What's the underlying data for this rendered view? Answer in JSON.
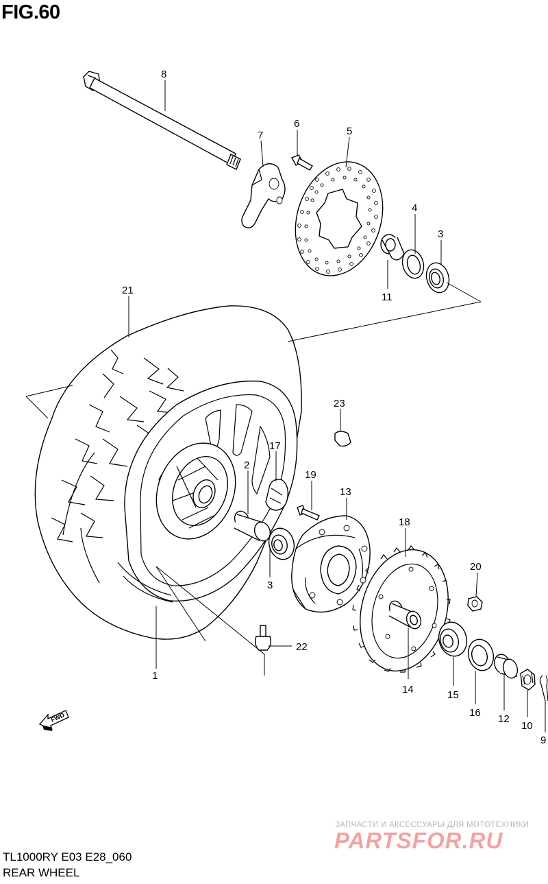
{
  "header": {
    "figure": "FIG.60"
  },
  "footer": {
    "model": "TL1000RY E03 E28_060",
    "caption": "REAR WHEEL"
  },
  "watermark": {
    "tagline": "ЗАПЧАСТИ И АКСЕССУАРЫ ДЛЯ МОТОТЕХНИКИ",
    "logo": "PARTSFOR.RU"
  },
  "fwd_label": "FWD",
  "callouts": {
    "c1": "1",
    "c2": "2",
    "c3a": "3",
    "c3b": "3",
    "c4": "4",
    "c5": "5",
    "c6": "6",
    "c7": "7",
    "c8": "8",
    "c9": "9",
    "c10": "10",
    "c11": "11",
    "c12": "12",
    "c13": "13",
    "c14": "14",
    "c15": "15",
    "c16": "16",
    "c17": "17",
    "c18": "18",
    "c19": "19",
    "c20": "20",
    "c21": "21",
    "c22": "22",
    "c23": "23"
  }
}
